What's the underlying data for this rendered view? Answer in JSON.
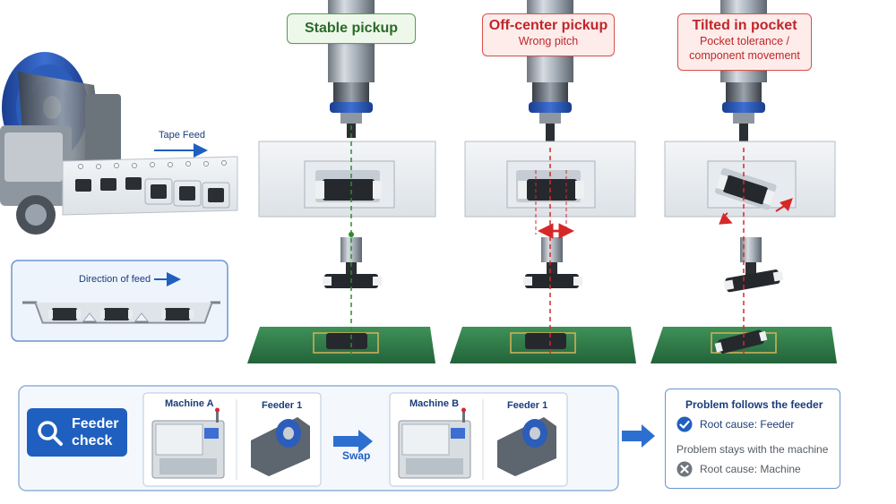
{
  "stages": {
    "stable": {
      "title": "Stable pickup"
    },
    "off_center": {
      "title": "Off-center pickup",
      "subtitle": "Wrong pitch"
    },
    "tilted": {
      "title": "Tilted in pocket",
      "subtitle_line1": "Pocket tolerance /",
      "subtitle_line2": "component movement"
    }
  },
  "feeder_side": {
    "tape_feed_label": "Tape Feed",
    "direction_label": "Direction of feed"
  },
  "feeder_check": {
    "button_line1": "Feeder",
    "button_line2": "check",
    "left_group": {
      "machine": "Machine A",
      "feeder": "Feeder 1"
    },
    "swap_label": "Swap",
    "right_group": {
      "machine": "Machine B",
      "feeder": "Feeder 1"
    }
  },
  "results": {
    "follows_header": "Problem follows the feeder",
    "follows_cause": "Root cause: Feeder",
    "stays_header": "Problem stays with the machine",
    "stays_cause": "Root cause: Machine"
  },
  "colors": {
    "green": "#2e8b2e",
    "red": "#d62828",
    "blue": "#1f5fbf",
    "pcb": "#2f7a45"
  },
  "icons": [
    "search-icon",
    "check-circle-icon",
    "x-circle-icon",
    "arrow-right-icon"
  ]
}
